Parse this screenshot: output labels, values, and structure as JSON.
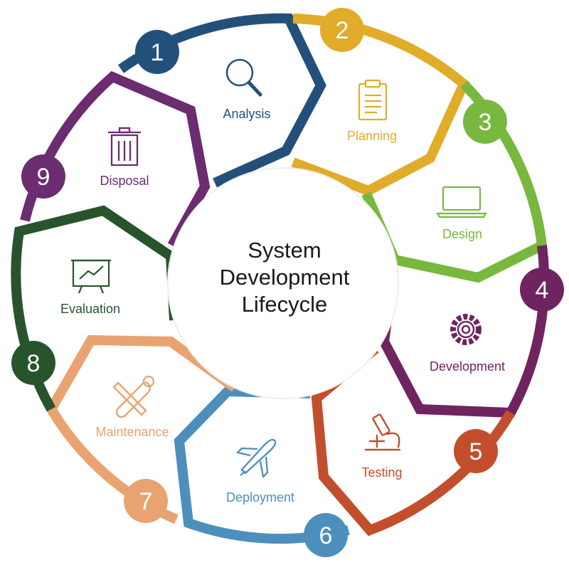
{
  "center": {
    "line1": "System",
    "line2": "Development",
    "line3": "Lifecycle"
  },
  "stages": [
    {
      "number": "1",
      "label": "Analysis",
      "color": "#23507a",
      "icon": "magnifier-icon"
    },
    {
      "number": "2",
      "label": "Planning",
      "color": "#e0ac2a",
      "icon": "clipboard-icon"
    },
    {
      "number": "3",
      "label": "Design",
      "color": "#78b83e",
      "icon": "laptop-icon"
    },
    {
      "number": "4",
      "label": "Development",
      "color": "#70245f",
      "icon": "gear-icon"
    },
    {
      "number": "5",
      "label": "Testing",
      "color": "#c24e2d",
      "icon": "microscope-icon"
    },
    {
      "number": "6",
      "label": "Deployment",
      "color": "#4d8fbc",
      "icon": "airplane-icon"
    },
    {
      "number": "7",
      "label": "Maintenance",
      "color": "#e8a370",
      "icon": "tools-icon"
    },
    {
      "number": "8",
      "label": "Evaluation",
      "color": "#28542c",
      "icon": "chart-board-icon"
    },
    {
      "number": "9",
      "label": "Disposal",
      "color": "#6c2c70",
      "icon": "trash-can-icon"
    }
  ]
}
